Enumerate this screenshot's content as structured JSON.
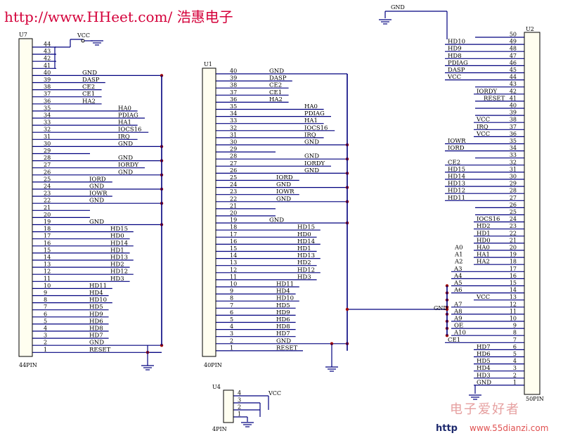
{
  "header": {
    "url_text": "http://www.HHeet.com/ 浩惠电子"
  },
  "colors": {
    "url": "#d4003a",
    "wire": "#00007f",
    "junction": "#a00000",
    "component_fill": "#fffef0"
  },
  "connectors": {
    "u7": {
      "ref": "U7",
      "part": "44PIN",
      "vcc": "VCC",
      "pins": [
        {
          "n": "44",
          "s": ""
        },
        {
          "n": "43",
          "s": ""
        },
        {
          "n": "42",
          "s": ""
        },
        {
          "n": "41",
          "s": ""
        },
        {
          "n": "40",
          "s": "GND"
        },
        {
          "n": "39",
          "s": "DASP"
        },
        {
          "n": "38",
          "s": "CE2"
        },
        {
          "n": "37",
          "s": "CE1"
        },
        {
          "n": "36",
          "s": "HA2"
        },
        {
          "n": "35",
          "s": "HA0"
        },
        {
          "n": "34",
          "s": "PDIAG"
        },
        {
          "n": "33",
          "s": "HA1"
        },
        {
          "n": "32",
          "s": "IOCS16"
        },
        {
          "n": "31",
          "s": "IRQ"
        },
        {
          "n": "30",
          "s": "GND"
        },
        {
          "n": "29",
          "s": ""
        },
        {
          "n": "28",
          "s": "GND"
        },
        {
          "n": "27",
          "s": "IORDY"
        },
        {
          "n": "26",
          "s": "GND"
        },
        {
          "n": "25",
          "s": "IORD"
        },
        {
          "n": "24",
          "s": "GND"
        },
        {
          "n": "23",
          "s": "IOWR"
        },
        {
          "n": "22",
          "s": "GND"
        },
        {
          "n": "21",
          "s": ""
        },
        {
          "n": "20",
          "s": ""
        },
        {
          "n": "19",
          "s": "GND"
        },
        {
          "n": "18",
          "s": "HD15"
        },
        {
          "n": "17",
          "s": "HD0"
        },
        {
          "n": "16",
          "s": "HD14"
        },
        {
          "n": "15",
          "s": "HD1"
        },
        {
          "n": "14",
          "s": "HD13"
        },
        {
          "n": "13",
          "s": "HD2"
        },
        {
          "n": "12",
          "s": "HD12"
        },
        {
          "n": "11",
          "s": "HD3"
        },
        {
          "n": "10",
          "s": "HD11"
        },
        {
          "n": "9",
          "s": "HD4"
        },
        {
          "n": "8",
          "s": "HD10"
        },
        {
          "n": "7",
          "s": "HD5"
        },
        {
          "n": "6",
          "s": "HD9"
        },
        {
          "n": "5",
          "s": "HD6"
        },
        {
          "n": "4",
          "s": "HD8"
        },
        {
          "n": "3",
          "s": "HD7"
        },
        {
          "n": "2",
          "s": "GND"
        },
        {
          "n": "1",
          "s": "RESET"
        }
      ]
    },
    "u1": {
      "ref": "U1",
      "part": "40PIN",
      "pins": [
        {
          "n": "40",
          "s": "GND"
        },
        {
          "n": "39",
          "s": "DASP"
        },
        {
          "n": "38",
          "s": "CE2"
        },
        {
          "n": "37",
          "s": "CE1"
        },
        {
          "n": "36",
          "s": "HA2"
        },
        {
          "n": "35",
          "s": "HA0"
        },
        {
          "n": "34",
          "s": "PDIAG"
        },
        {
          "n": "33",
          "s": "HA1"
        },
        {
          "n": "32",
          "s": "IOCS16"
        },
        {
          "n": "31",
          "s": "IRQ"
        },
        {
          "n": "30",
          "s": "GND"
        },
        {
          "n": "29",
          "s": ""
        },
        {
          "n": "28",
          "s": "GND"
        },
        {
          "n": "27",
          "s": "IORDY"
        },
        {
          "n": "26",
          "s": "GND"
        },
        {
          "n": "25",
          "s": "IORD"
        },
        {
          "n": "24",
          "s": "GND"
        },
        {
          "n": "23",
          "s": "IOWR"
        },
        {
          "n": "22",
          "s": "GND"
        },
        {
          "n": "21",
          "s": ""
        },
        {
          "n": "20",
          "s": ""
        },
        {
          "n": "19",
          "s": "GND"
        },
        {
          "n": "18",
          "s": "HD15"
        },
        {
          "n": "17",
          "s": "HD0"
        },
        {
          "n": "16",
          "s": "HD14"
        },
        {
          "n": "15",
          "s": "HD1"
        },
        {
          "n": "14",
          "s": "HD13"
        },
        {
          "n": "13",
          "s": "HD2"
        },
        {
          "n": "12",
          "s": "HD12"
        },
        {
          "n": "11",
          "s": "HD3"
        },
        {
          "n": "10",
          "s": "HD11"
        },
        {
          "n": "9",
          "s": "HD4"
        },
        {
          "n": "8",
          "s": "HD10"
        },
        {
          "n": "7",
          "s": "HD5"
        },
        {
          "n": "6",
          "s": "HD9"
        },
        {
          "n": "5",
          "s": "HD6"
        },
        {
          "n": "4",
          "s": "HD8"
        },
        {
          "n": "3",
          "s": "HD7"
        },
        {
          "n": "2",
          "s": "GND"
        },
        {
          "n": "1",
          "s": "RESET"
        }
      ]
    },
    "u2": {
      "ref": "U2",
      "part": "50PIN",
      "gnd_top": "GND",
      "gnd_mid": "GND",
      "pins": [
        {
          "n": "50",
          "s": "",
          "o": ""
        },
        {
          "n": "49",
          "s": "HD10",
          "o": ""
        },
        {
          "n": "48",
          "s": "HD9",
          "o": ""
        },
        {
          "n": "47",
          "s": "HD8",
          "o": ""
        },
        {
          "n": "46",
          "s": "PDIAG",
          "o": ""
        },
        {
          "n": "45",
          "s": "DASP",
          "o": ""
        },
        {
          "n": "44",
          "s": "VCC",
          "o": ""
        },
        {
          "n": "43",
          "s": "",
          "o": ""
        },
        {
          "n": "42",
          "s": "IORDY",
          "o": ""
        },
        {
          "n": "41",
          "s": "RESET",
          "o": ""
        },
        {
          "n": "40",
          "s": "",
          "o": ""
        },
        {
          "n": "39",
          "s": "",
          "o": ""
        },
        {
          "n": "38",
          "s": "VCC",
          "o": ""
        },
        {
          "n": "37",
          "s": "IRQ",
          "o": ""
        },
        {
          "n": "36",
          "s": "VCC",
          "o": ""
        },
        {
          "n": "35",
          "s": "IOWR",
          "o": ""
        },
        {
          "n": "34",
          "s": "IORD",
          "o": ""
        },
        {
          "n": "33",
          "s": "",
          "o": ""
        },
        {
          "n": "32",
          "s": "CE2",
          "o": ""
        },
        {
          "n": "31",
          "s": "HD15",
          "o": ""
        },
        {
          "n": "30",
          "s": "HD14",
          "o": ""
        },
        {
          "n": "29",
          "s": "HD13",
          "o": ""
        },
        {
          "n": "28",
          "s": "HD12",
          "o": ""
        },
        {
          "n": "27",
          "s": "HD11",
          "o": ""
        },
        {
          "n": "26",
          "s": "",
          "o": ""
        },
        {
          "n": "25",
          "s": "",
          "o": ""
        },
        {
          "n": "24",
          "s": "IOCS16",
          "o": ""
        },
        {
          "n": "23",
          "s": "HD2",
          "o": ""
        },
        {
          "n": "22",
          "s": "HD1",
          "o": ""
        },
        {
          "n": "21",
          "s": "HD0",
          "o": ""
        },
        {
          "n": "20",
          "s": "HA0",
          "o": "A0"
        },
        {
          "n": "19",
          "s": "HA1",
          "o": "A1"
        },
        {
          "n": "18",
          "s": "HA2",
          "o": "A2"
        },
        {
          "n": "17",
          "s": "A3",
          "o": ""
        },
        {
          "n": "16",
          "s": "A4",
          "o": ""
        },
        {
          "n": "15",
          "s": "A5",
          "o": ""
        },
        {
          "n": "14",
          "s": "A6",
          "o": ""
        },
        {
          "n": "13",
          "s": "VCC",
          "o": ""
        },
        {
          "n": "12",
          "s": "A7",
          "o": ""
        },
        {
          "n": "11",
          "s": "A8",
          "o": ""
        },
        {
          "n": "10",
          "s": "A9",
          "o": ""
        },
        {
          "n": "9",
          "s": "OE",
          "o": ""
        },
        {
          "n": "8",
          "s": "A10",
          "o": ""
        },
        {
          "n": "7",
          "s": "CE1",
          "o": ""
        },
        {
          "n": "6",
          "s": "HD7",
          "o": ""
        },
        {
          "n": "5",
          "s": "HD6",
          "o": ""
        },
        {
          "n": "4",
          "s": "HD5",
          "o": ""
        },
        {
          "n": "3",
          "s": "HD4",
          "o": ""
        },
        {
          "n": "2",
          "s": "HD3",
          "o": ""
        },
        {
          "n": "1",
          "s": "GND",
          "o": ""
        }
      ]
    },
    "u4": {
      "ref": "U4",
      "part": "4PIN",
      "vcc": "VCC",
      "pins": [
        {
          "n": "4",
          "s": ""
        },
        {
          "n": "3",
          "s": ""
        },
        {
          "n": "2",
          "s": ""
        },
        {
          "n": "1",
          "s": ""
        }
      ]
    }
  },
  "watermark": {
    "cn": "电子爱好者",
    "url": "www.55dianzi.com",
    "partial": "http"
  }
}
